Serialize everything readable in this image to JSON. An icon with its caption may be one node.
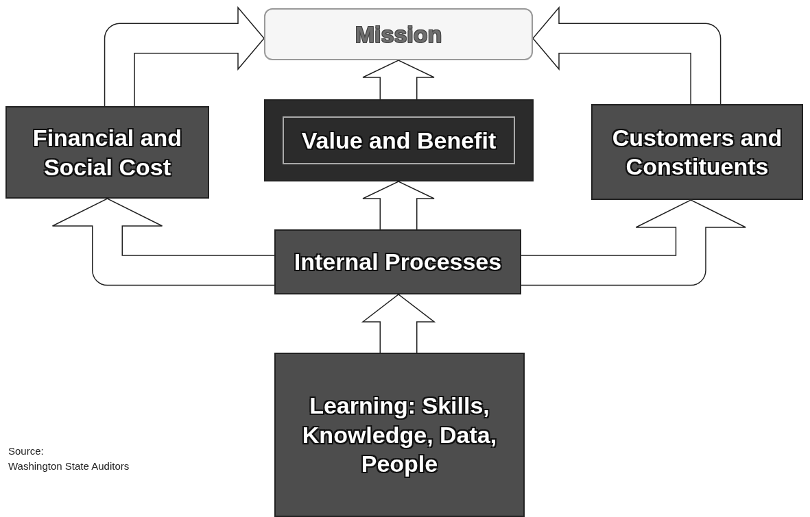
{
  "diagram": {
    "nodes": [
      {
        "text": [
          "Mission"
        ]
      },
      {
        "text": [
          "Financial and Social Cost"
        ]
      },
      {
        "text": [
          "Value and Benefit"
        ]
      },
      {
        "text": [
          "Customers and Constituents"
        ]
      },
      {
        "text": [
          "Internal Processes"
        ]
      },
      {
        "text": [
          "Learning: Skills, Knowledge, Data, People"
        ]
      }
    ],
    "edges": [
      {
        "from": 1,
        "to": 0,
        "arrow": "to"
      },
      {
        "from": 3,
        "to": 0,
        "arrow": "to"
      },
      {
        "from": 2,
        "to": 0,
        "arrow": "to"
      },
      {
        "from": 4,
        "to": 2,
        "arrow": "to"
      },
      {
        "from": 4,
        "to": 1,
        "arrow": "to"
      },
      {
        "from": 4,
        "to": 3,
        "arrow": "to"
      },
      {
        "from": 5,
        "to": 4,
        "arrow": "to"
      }
    ],
    "labels": [
      "Source:",
      "Washington State Auditors"
    ]
  }
}
